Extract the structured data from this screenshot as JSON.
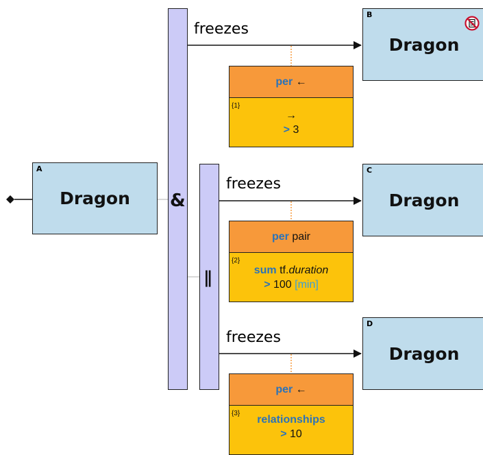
{
  "nodes": {
    "a": {
      "letter": "A",
      "label": "Dragon"
    },
    "b": {
      "letter": "B",
      "label": "Dragon"
    },
    "c": {
      "letter": "C",
      "label": "Dragon"
    },
    "d": {
      "letter": "D",
      "label": "Dragon"
    }
  },
  "operators": {
    "and": "&",
    "or": "||"
  },
  "edges": {
    "e1": "freezes",
    "e2": "freezes",
    "e3": "freezes"
  },
  "conditions": {
    "c1": {
      "per_keyword": "per",
      "per_arg": "←",
      "number": "{1}",
      "line1": "→",
      "op": ">",
      "value": "3"
    },
    "c2": {
      "per_keyword": "per",
      "per_arg": "pair",
      "number": "{2}",
      "agg": "sum",
      "attr_prefix": "tf.",
      "attr_name": "duration",
      "op": ">",
      "value": "100",
      "unit": "[min]"
    },
    "c3": {
      "per_keyword": "per",
      "per_arg": "←",
      "number": "{3}",
      "agg": "relationships",
      "op": ">",
      "value": "10"
    }
  },
  "colors": {
    "node_fill": "#bfdcec",
    "bar_fill": "#cccbf7",
    "condition_header": "#f7993a",
    "condition_body": "#fcc30b",
    "keyword": "#2c73b8",
    "no_icon": "#c8102e"
  },
  "icons": {
    "b_badge": "prohibited-document-icon"
  }
}
